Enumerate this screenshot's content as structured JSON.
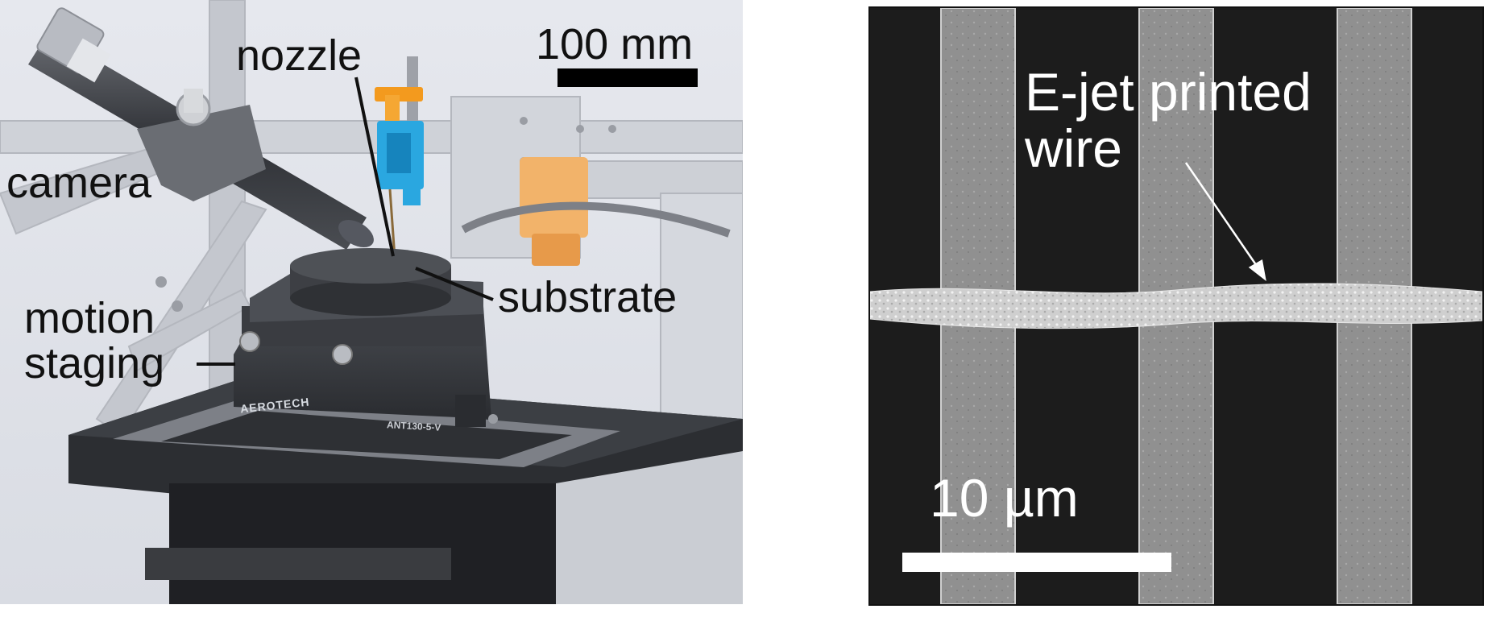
{
  "left_panel": {
    "labels": {
      "nozzle": "nozzle",
      "camera": "camera",
      "substrate": "substrate",
      "motion_staging_line1": "motion",
      "motion_staging_line2": "staging"
    },
    "scale_bar_label": "100 mm",
    "stage_brand": "AEROTECH",
    "stage_model": "ANT130-5-V",
    "colors": {
      "nozzle_holder": "#2aa7e0",
      "nozzle_clamp": "#f39a1e",
      "camera_body": "#f2b36a"
    }
  },
  "right_panel": {
    "annotation_line1": "E-jet printed",
    "annotation_line2": "wire",
    "scale_bar_label": "10 µm"
  }
}
